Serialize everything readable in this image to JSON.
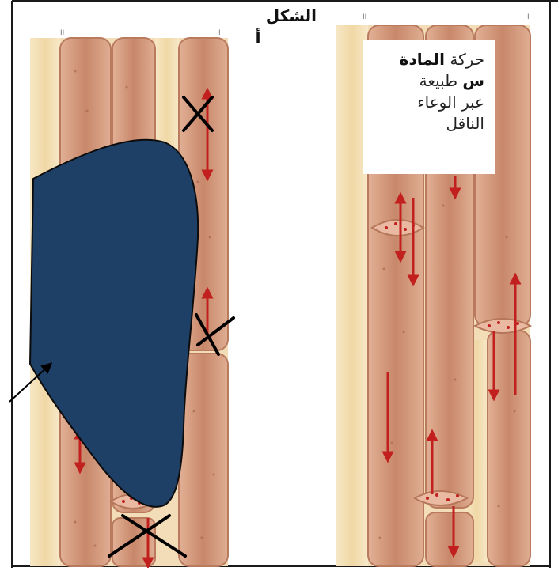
{
  "figure": {
    "title": "الشكل",
    "subtitle": "أ",
    "caption": {
      "line1_prefix": "حركة ",
      "line1_bold": "المادة",
      "line2_bold": "س",
      "line2_suffix": " طبيعة",
      "line3": "عبر الوعاء",
      "line4": "الناقل"
    },
    "tick_marks": [
      "II",
      "I",
      "II",
      "I"
    ],
    "colors": {
      "frame": "#1a1a1a",
      "vessel_wall": "#d9a58a",
      "vessel_inner": "#c98a6c",
      "cell_light": "#f3dfb4",
      "blob": "#1e3f66",
      "arrow_red": "#c2201e"
    }
  }
}
